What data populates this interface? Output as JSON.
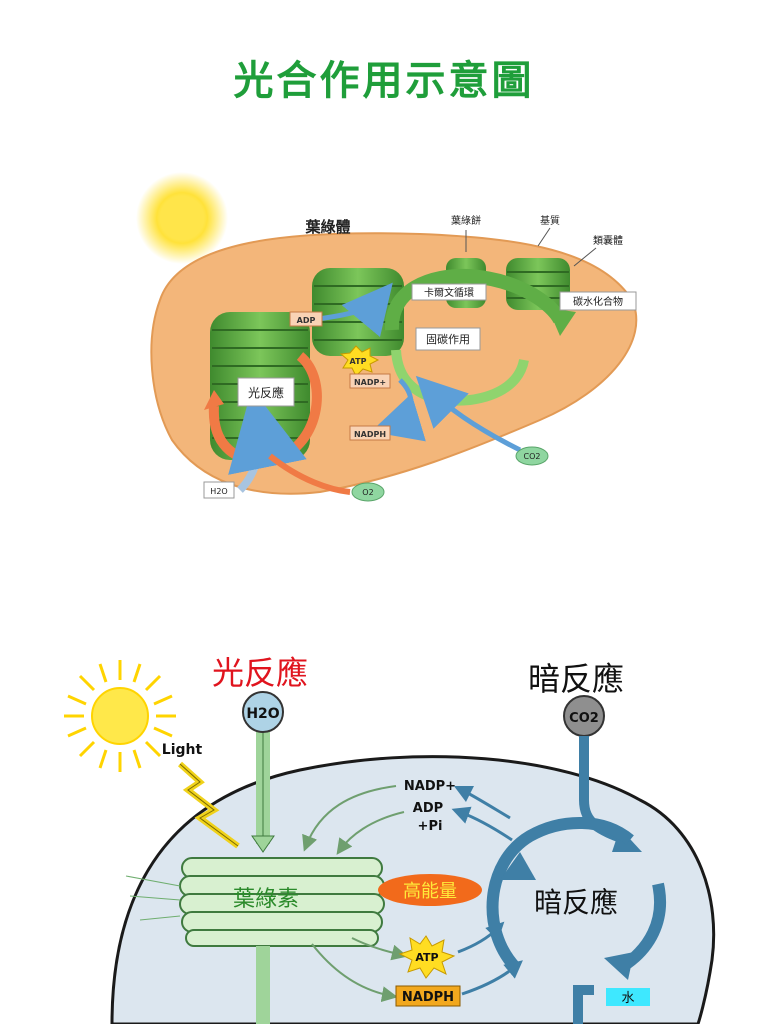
{
  "page_title": "光合作用示意圖",
  "top_diagram": {
    "chloroplast_label": "葉綠體",
    "grana_label": "葉綠餅",
    "stroma_label": "基質",
    "thylakoid_label": "類囊體",
    "calvin_cycle_label": "卡爾文循環",
    "carbohydrate_label": "碳水化合物",
    "carbon_fixation_label": "固碳作用",
    "light_reaction_label": "光反應",
    "adp_label": "ADP",
    "atp_label": "ATP",
    "nadp_label": "NADP+",
    "nadph_label": "NADPH",
    "h2o_label": "H2O",
    "o2_label": "O2",
    "co2_label": "CO2"
  },
  "bottom_diagram": {
    "light_reaction_heading": "光反應",
    "dark_reaction_heading": "暗反應",
    "h2o_label": "H2O",
    "co2_label": "CO2",
    "light_label": "Light",
    "chlorophyll_label": "葉綠素",
    "high_energy_label": "高能量",
    "dark_reaction_cycle_label": "暗反應",
    "nadp_label": "NADP+",
    "adp_label": "ADP",
    "pi_label": "+Pi",
    "atp_label": "ATP",
    "nadph_label": "NADPH",
    "water_label": "水"
  },
  "colors": {
    "title": "#1f9e3a",
    "chloroplast_fill": "#f3b67a",
    "thylakoid_green": "#6cb84a",
    "cycle_green": "#5fae46",
    "arrow_blue": "#5d9fd8",
    "arrow_orange": "#f07a45",
    "sun_yellow": "#ffe23a",
    "red_heading": "#e0141e",
    "stroma_blue": "#dce6ef",
    "dark_arrow": "#3f7fa6",
    "energy_orange": "#f26a1b",
    "water_box": "#3ee8ff"
  }
}
